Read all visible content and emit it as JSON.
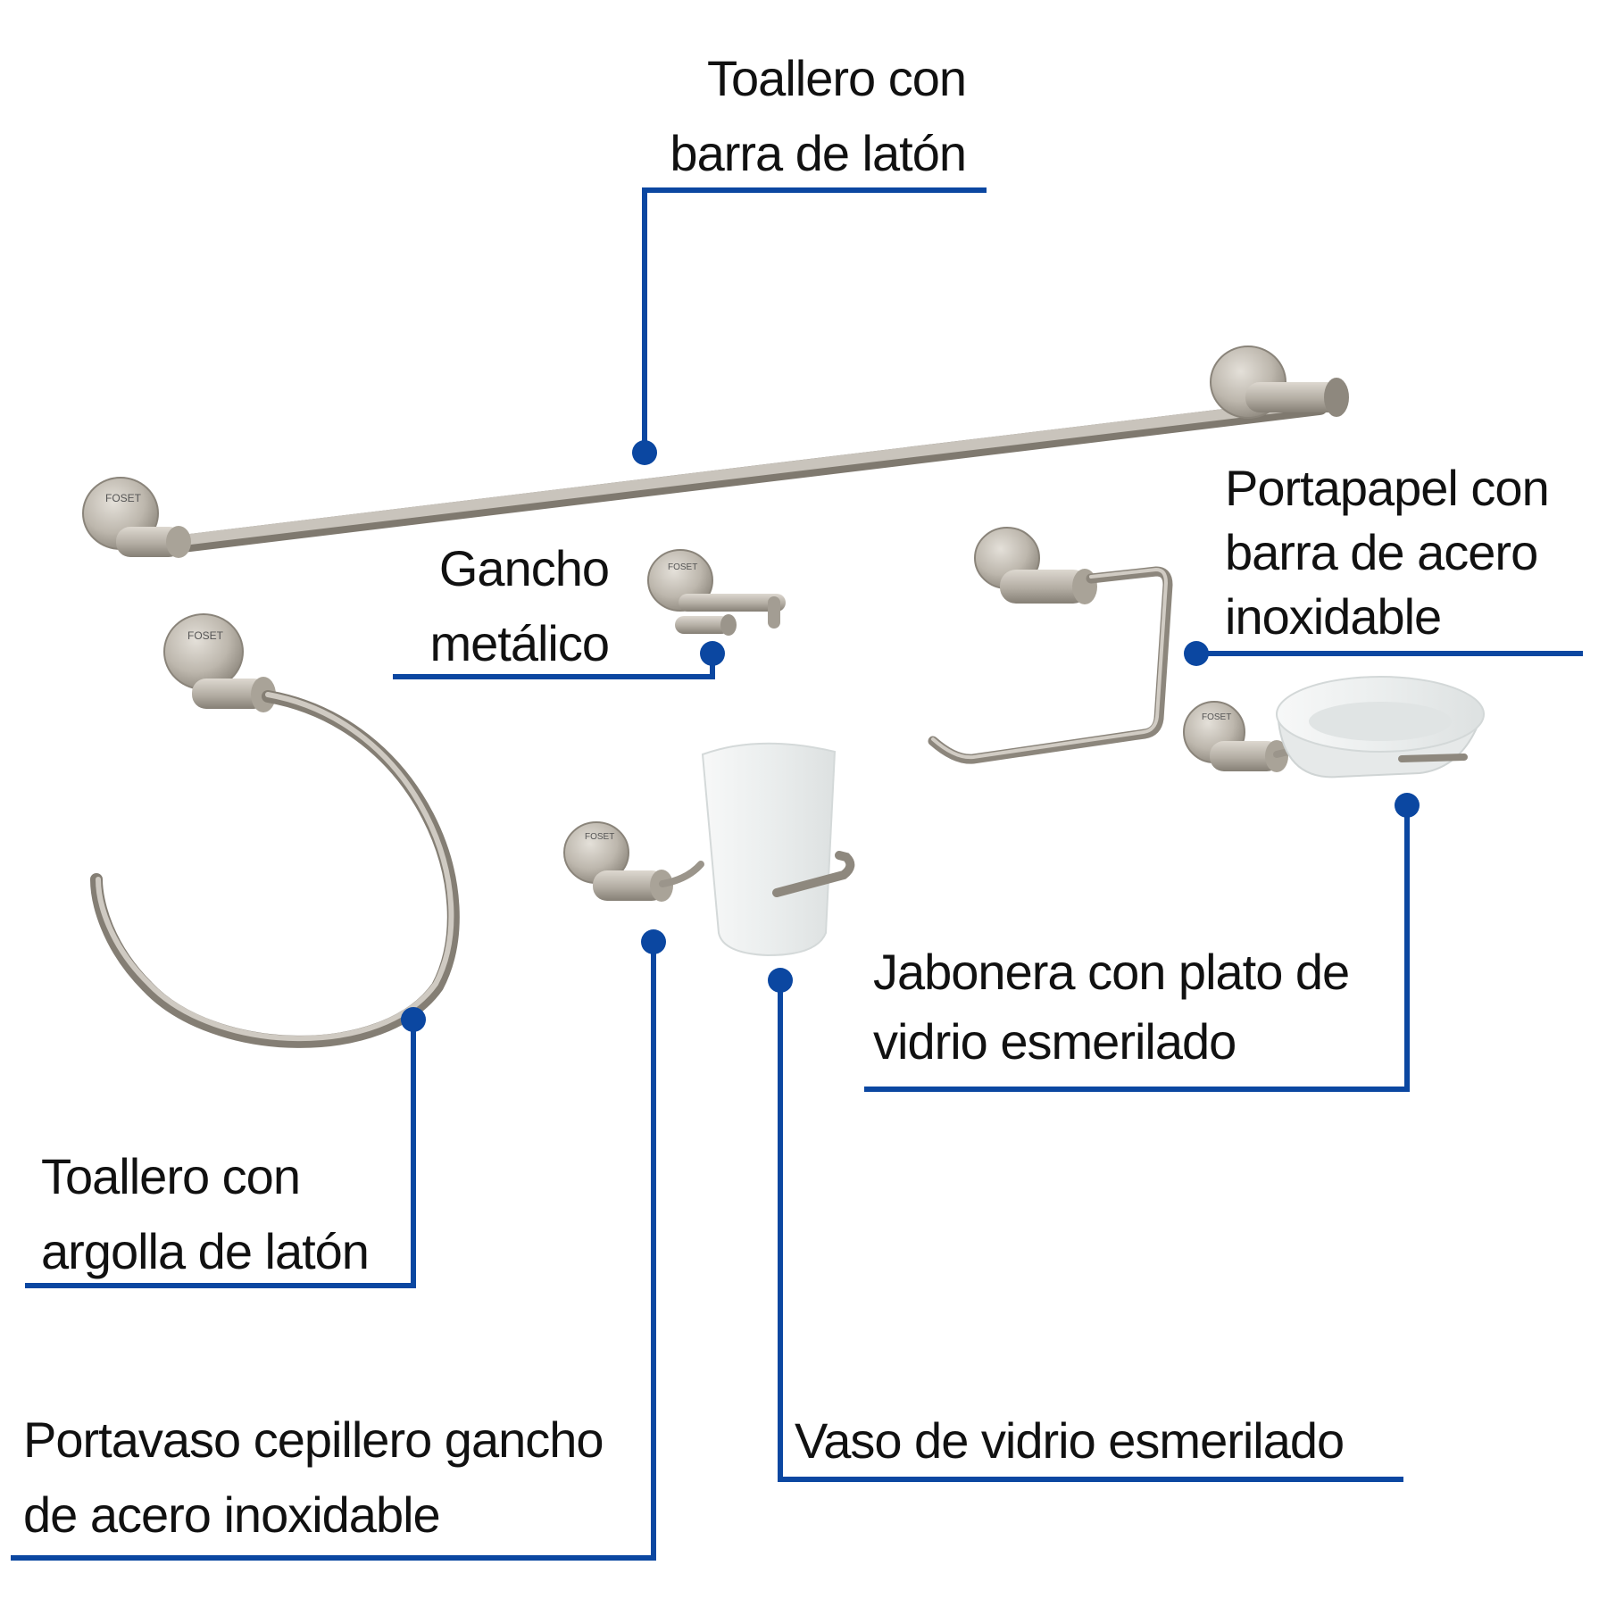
{
  "brand": "FOSET",
  "colors": {
    "callout": "#0b47a1",
    "metal": "#b5afa5",
    "glass": "#eef0f0",
    "text": "#111111"
  },
  "labels": {
    "towel_bar": {
      "line1": "Toallero con",
      "line2": "barra de latón"
    },
    "hook": {
      "line1": "Gancho",
      "line2": "metálico"
    },
    "paper_holder": {
      "line1": "Portapapel con",
      "line2": "barra de acero",
      "line3": "inoxidable"
    },
    "soap_dish": {
      "line1": "Jabonera con plato de",
      "line2": "vidrio esmerilado"
    },
    "towel_ring": {
      "line1": "Toallero con",
      "line2": "argolla de latón"
    },
    "tumbler_holder": {
      "line1": "Portavaso cepillero gancho",
      "line2": "de acero inoxidable"
    },
    "glass": {
      "line1": "Vaso de vidrio esmerilado"
    }
  }
}
